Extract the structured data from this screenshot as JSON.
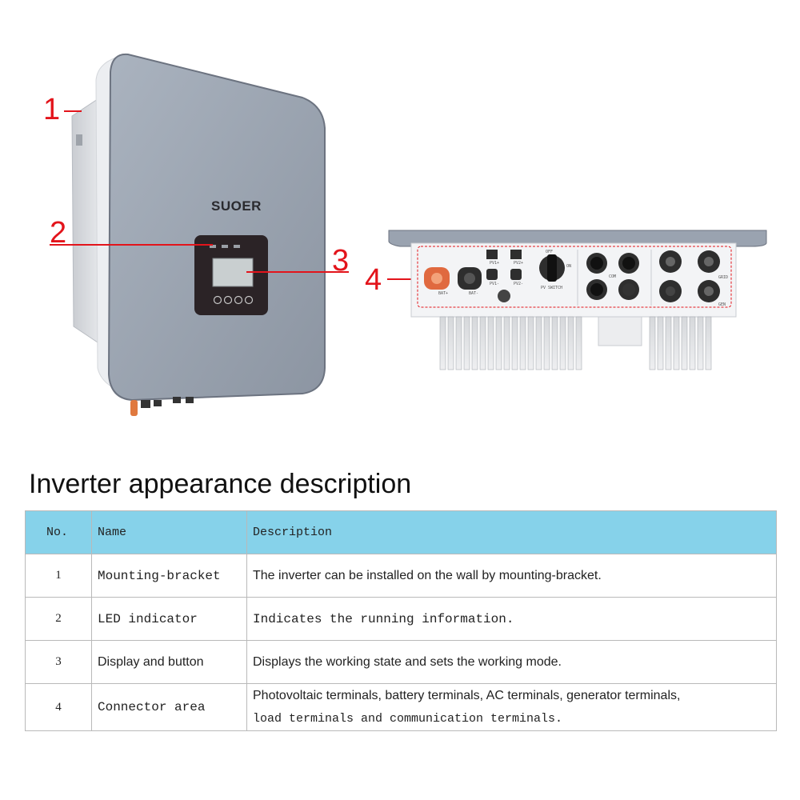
{
  "figure": {
    "callouts": [
      "1",
      "2",
      "3",
      "4"
    ],
    "brand": "SUOER",
    "port_labels": {
      "pv1_pos": "PV1+",
      "pv2_pos": "PV2+",
      "pv1": "PV1-",
      "pv2": "PV2-",
      "bat_pos": "BAT+",
      "bat_neg": "BAT-",
      "pv_switch": "PV SWITCH",
      "off": "OFF",
      "on": "ON",
      "com": "COM",
      "grid": "GRID",
      "gen": "GEN"
    }
  },
  "section": {
    "title": "Inverter appearance description"
  },
  "table": {
    "headers": {
      "no": "No.",
      "name": "Name",
      "description": "Description"
    },
    "rows": [
      {
        "no": "1",
        "name": "Mounting-bracket",
        "description": "The inverter can be installed on the wall by mounting-bracket."
      },
      {
        "no": "2",
        "name": "LED indicator",
        "description": "Indicates the running information."
      },
      {
        "no": "3",
        "name": "Display and button",
        "description": "Displays the working state and sets the working mode."
      },
      {
        "no": "4",
        "name": "Connector area",
        "description_line1": "Photovoltaic terminals, battery terminals, AC terminals, generator terminals,",
        "description_line2": "load terminals and communication terminals."
      }
    ]
  },
  "colors": {
    "callout": "#e3141b",
    "header_bg": "#86d2ea",
    "inverter_body": "#9aa3b0",
    "battery_terminal": "#e0693f"
  }
}
